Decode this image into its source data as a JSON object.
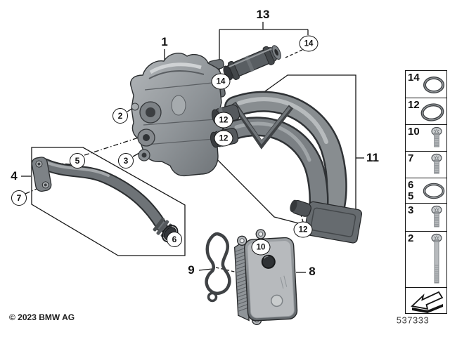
{
  "figure": {
    "description": "BMW heat exchanger / oil cooler and coolant line exploded parts diagram",
    "part_labels": {
      "p1": "1",
      "p4": "4",
      "p8": "8",
      "p9": "9",
      "p11": "11",
      "p13": "13"
    },
    "callouts": {
      "c2": "2",
      "c3": "3",
      "c5": "5",
      "c6": "6",
      "c7": "7",
      "c10": "10",
      "c12": "12",
      "c14": "14"
    }
  },
  "legend": {
    "items": [
      {
        "label": "14",
        "icon": "o-ring"
      },
      {
        "label": "12",
        "icon": "o-ring"
      },
      {
        "label": "10",
        "icon": "bolt-short"
      },
      {
        "label": "7",
        "icon": "bolt-short"
      },
      {
        "label": "6",
        "label2": "5",
        "icon": "o-ring"
      },
      {
        "label": "3",
        "icon": "bolt-short"
      },
      {
        "label": "2",
        "icon": "bolt-long"
      },
      {
        "icon": "direction-arrow"
      }
    ]
  },
  "footer": {
    "copyright": "© 2023 BMW AG",
    "document_number": "537333"
  },
  "colors": {
    "background": "#ffffff",
    "line": "#141414",
    "part_gray": "#8a8f93",
    "part_dark": "#55595d",
    "part_light": "#b7babd"
  }
}
